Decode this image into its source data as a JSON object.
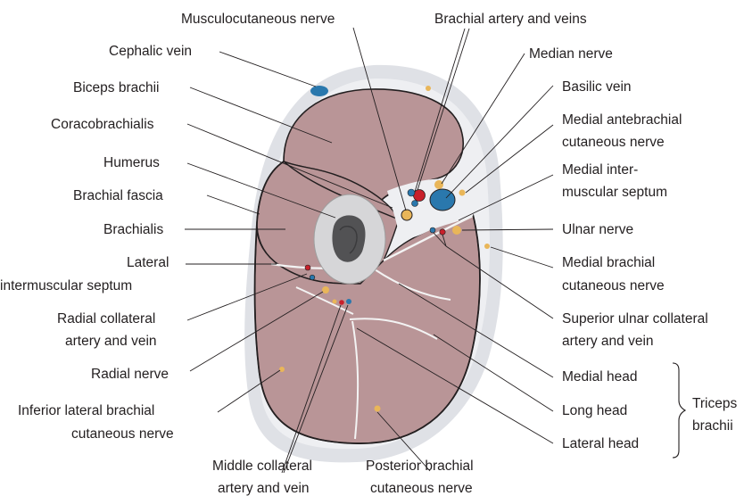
{
  "labels": {
    "musculocutaneous_nerve": "Musculocutaneous nerve",
    "brachial_artery_veins": "Brachial artery and veins",
    "cephalic_vein": "Cephalic vein",
    "median_nerve": "Median nerve",
    "biceps_brachii": "Biceps brachii",
    "basilic_vein": "Basilic vein",
    "coracobrachialis": "Coracobrachialis",
    "medial_antebrachial_1": "Medial antebrachial",
    "medial_antebrachial_2": "cutaneous nerve",
    "humerus": "Humerus",
    "medial_intermuscular_1": "Medial inter-",
    "medial_intermuscular_2": "muscular septum",
    "brachial_fascia": "Brachial fascia",
    "brachialis": "Brachialis",
    "ulnar_nerve": "Ulnar nerve",
    "lateral_intermuscular_1": "Lateral",
    "lateral_intermuscular_2": "intermuscular septum",
    "medial_brachial_1": "Medial brachial",
    "medial_brachial_2": "cutaneous nerve",
    "radial_collateral_1": "Radial collateral",
    "radial_collateral_2": "artery and vein",
    "superior_ulnar_1": "Superior ulnar collateral",
    "superior_ulnar_2": "artery and vein",
    "radial_nerve": "Radial nerve",
    "medial_head": "Medial head",
    "inferior_lateral_1": "Inferior lateral brachial",
    "inferior_lateral_2": "cutaneous nerve",
    "long_head": "Long head",
    "lateral_head": "Lateral head",
    "triceps_1": "Triceps",
    "triceps_2": "brachii",
    "middle_collateral_1": "Middle collateral",
    "middle_collateral_2": "artery and vein",
    "posterior_brachial_1": "Posterior brachial",
    "posterior_brachial_2": "cutaneous nerve"
  },
  "colors": {
    "skin": "#dfe1e6",
    "subcutis": "#eeeff2",
    "muscle": "#b99597",
    "bone_cortex": "#d6d6d8",
    "marrow": "#525254",
    "artery": "#c8202b",
    "vein": "#2a78ad",
    "nerve": "#e9b659",
    "outline": "#231f20"
  }
}
